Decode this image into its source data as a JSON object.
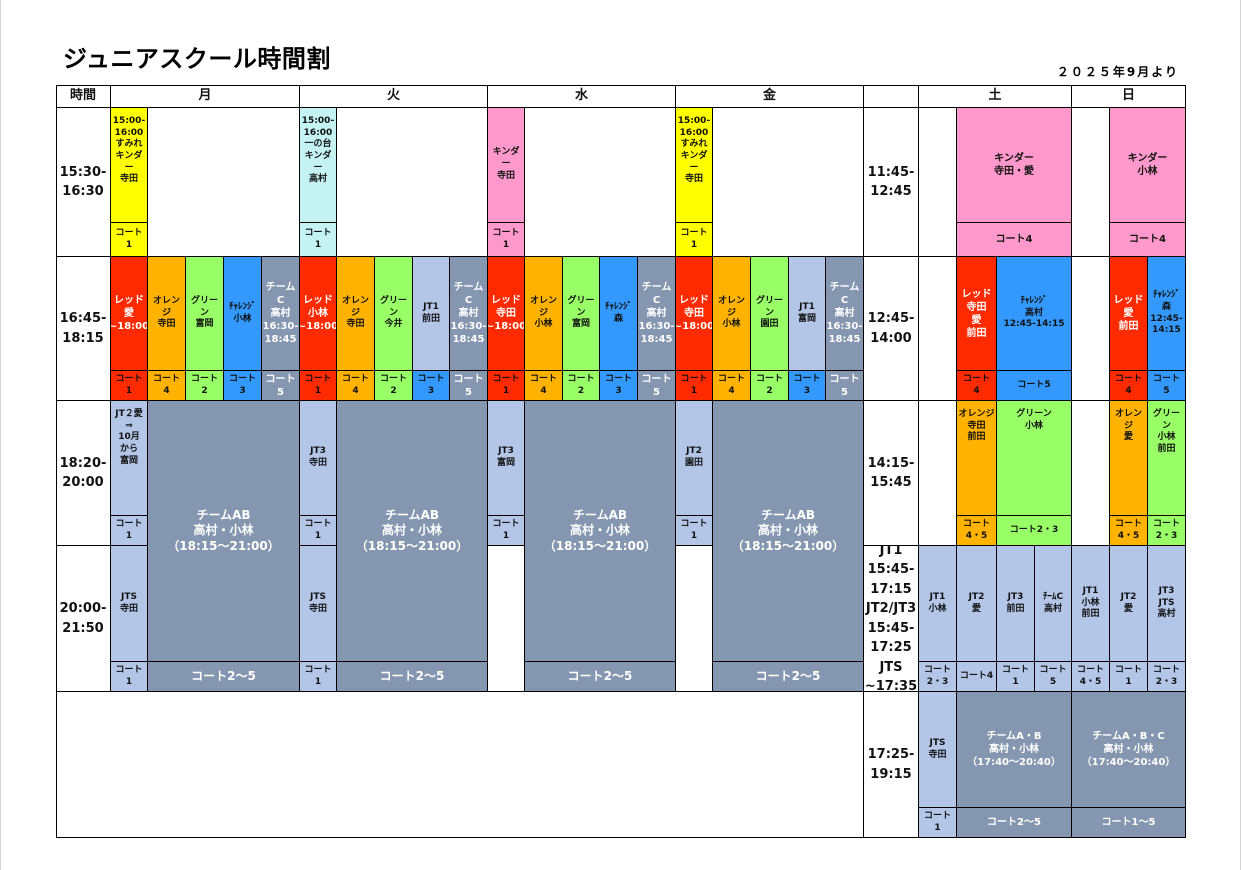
{
  "title": "ジュニアスクール時間割",
  "since": "２０２５年9月より",
  "header": {
    "time": "時間",
    "mon": "月",
    "tue": "火",
    "wed": "水",
    "fri": "金",
    "sat": "土",
    "sun": "日"
  },
  "times": {
    "r1": "15:30-\n16:30",
    "r2": "16:45-\n18:15",
    "r3": "18:20-\n20:00",
    "r4": "20:00-\n21:50",
    "s1": "11:45-\n12:45",
    "s2": "12:45-\n14:00",
    "s3": "14:15-\n15:45",
    "s4": "JT1\n15:45-\n17:15\nJT2/JT3\n15:45-\n17:25\nJTS\n~17:35",
    "s5": "17:25-\n19:15"
  },
  "cells": [
    {
      "id": "c1",
      "text": "15:00-\n16:00\nすみれ\nキンダー\n寺田"
    },
    {
      "id": "c2",
      "text": "コート\n1"
    },
    {
      "id": "c3",
      "text": "15:00-\n16:00\n一の台\nキンダー\n高村"
    },
    {
      "id": "c4",
      "text": "コート\n1"
    },
    {
      "id": "c5",
      "text": "キンダー\n寺田"
    },
    {
      "id": "c6",
      "text": "コート\n1"
    },
    {
      "id": "c7",
      "text": "15:00-\n16:00\nすみれ\nキンダー\n寺田"
    },
    {
      "id": "c8",
      "text": "コート\n1"
    },
    {
      "id": "c9",
      "text": "キンダー\n寺田・愛"
    },
    {
      "id": "c10",
      "text": "コート4"
    },
    {
      "id": "c11",
      "text": "キンダー\n小林"
    },
    {
      "id": "c12",
      "text": "コート4"
    },
    {
      "id": "c13",
      "text": "レッド\n愛\n~18:00"
    },
    {
      "id": "c14",
      "text": "コート\n1"
    },
    {
      "id": "c15",
      "text": "オレンジ\n寺田"
    },
    {
      "id": "c16",
      "text": "コート\n4"
    },
    {
      "id": "c17",
      "text": "グリーン\n富岡"
    },
    {
      "id": "c18",
      "text": "コート\n2"
    },
    {
      "id": "c19",
      "text": "ﾁｬﾚﾝｼﾞ\n小林"
    },
    {
      "id": "c20",
      "text": "コート\n3"
    },
    {
      "id": "c21",
      "text": "チームC\n高村\n16:30-\n18:45"
    },
    {
      "id": "c22",
      "text": "コート\n5"
    },
    {
      "id": "c23",
      "text": "レッド\n小林\n~18:00"
    },
    {
      "id": "c24",
      "text": "コート\n1"
    },
    {
      "id": "c25",
      "text": "オレンジ\n寺田"
    },
    {
      "id": "c26",
      "text": "コート\n4"
    },
    {
      "id": "c27",
      "text": "グリーン\n今井"
    },
    {
      "id": "c28",
      "text": "コート\n2"
    },
    {
      "id": "c29",
      "text": "JT1\n前田"
    },
    {
      "id": "c30",
      "text": "コート\n3"
    },
    {
      "id": "c31",
      "text": "チームC\n高村\n16:30-\n18:45"
    },
    {
      "id": "c32",
      "text": "コート\n5"
    },
    {
      "id": "c33",
      "text": "レッド\n寺田\n~18:00"
    },
    {
      "id": "c34",
      "text": "コート\n1"
    },
    {
      "id": "c35",
      "text": "オレンジ\n小林"
    },
    {
      "id": "c36",
      "text": "コート\n4"
    },
    {
      "id": "c37",
      "text": "グリーン\n富岡"
    },
    {
      "id": "c38",
      "text": "コート\n2"
    },
    {
      "id": "c39",
      "text": "ﾁｬﾚﾝｼﾞ\n森"
    },
    {
      "id": "c40",
      "text": "コート\n3"
    },
    {
      "id": "c41",
      "text": "チームC\n高村\n16:30-\n18:45"
    },
    {
      "id": "c42",
      "text": "コート\n5"
    },
    {
      "id": "c43",
      "text": "レッド\n寺田\n~18:00"
    },
    {
      "id": "c44",
      "text": "コート\n1"
    },
    {
      "id": "c45",
      "text": "オレンジ\n小林"
    },
    {
      "id": "c46",
      "text": "コート\n4"
    },
    {
      "id": "c47",
      "text": "グリーン\n園田"
    },
    {
      "id": "c48",
      "text": "コート\n2"
    },
    {
      "id": "c49",
      "text": "JT1\n富岡"
    },
    {
      "id": "c50",
      "text": "コート\n3"
    },
    {
      "id": "c51",
      "text": "チームC\n高村\n16:30-\n18:45"
    },
    {
      "id": "c52",
      "text": "コート\n5"
    },
    {
      "id": "c53",
      "text": "レッド\n寺田\n愛\n前田"
    },
    {
      "id": "c54",
      "text": "コート\n4"
    },
    {
      "id": "c55",
      "text": "ﾁｬﾚﾝｼﾞ\n高村\n12:45-14:15"
    },
    {
      "id": "c56",
      "text": "コート5"
    },
    {
      "id": "c57",
      "text": "レッド\n愛\n前田"
    },
    {
      "id": "c58",
      "text": "コート\n4"
    },
    {
      "id": "c59",
      "text": "ﾁｬﾚﾝｼﾞ\n森\n12:45-\n14:15"
    },
    {
      "id": "c60",
      "text": "コート\n5"
    },
    {
      "id": "c61",
      "text": "JT２愛\n⇒\n10月\nから\n富岡"
    },
    {
      "id": "c62",
      "text": "コート\n1"
    },
    {
      "id": "c63",
      "text": "JT3\n寺田"
    },
    {
      "id": "c64",
      "text": "コート\n1"
    },
    {
      "id": "c65",
      "text": "JT3\n富岡"
    },
    {
      "id": "c66",
      "text": "コート\n1"
    },
    {
      "id": "c67",
      "text": "JT2\n園田"
    },
    {
      "id": "c68",
      "text": "コート\n1"
    },
    {
      "id": "c69",
      "text": "チームAB\n高村・小林\n（18:15～21:00）"
    },
    {
      "id": "c70",
      "text": "コート2～5"
    },
    {
      "id": "c71",
      "text": "チームAB\n高村・小林\n（18:15～21:00）"
    },
    {
      "id": "c72",
      "text": "コート2～5"
    },
    {
      "id": "c73",
      "text": "チームAB\n高村・小林\n（18:15～21:00）"
    },
    {
      "id": "c74",
      "text": "コート2～5"
    },
    {
      "id": "c75",
      "text": "チームAB\n高村・小林\n（18:15～21:00）"
    },
    {
      "id": "c76",
      "text": "コート2～5"
    },
    {
      "id": "c77",
      "text": "オレンジ\n寺田\n前田"
    },
    {
      "id": "c78",
      "text": "コート\n4・5"
    },
    {
      "id": "c79",
      "text": "グリーン\n小林"
    },
    {
      "id": "c80",
      "text": "コート2・3"
    },
    {
      "id": "c81",
      "text": "オレンジ\n愛"
    },
    {
      "id": "c82",
      "text": "コート\n4・5"
    },
    {
      "id": "c83",
      "text": "グリーン\n小林\n前田"
    },
    {
      "id": "c84",
      "text": "コート\n2・3"
    },
    {
      "id": "c85",
      "text": "JTS\n寺田"
    },
    {
      "id": "c86",
      "text": "コート\n1"
    },
    {
      "id": "c87",
      "text": "JTS\n寺田"
    },
    {
      "id": "c88",
      "text": "コート\n1"
    },
    {
      "id": "c89",
      "text": "JT1\n小林"
    },
    {
      "id": "c90",
      "text": "コート\n2・3"
    },
    {
      "id": "c91",
      "text": "JT2\n愛"
    },
    {
      "id": "c92",
      "text": "コート4"
    },
    {
      "id": "c93",
      "text": "JT3\n前田"
    },
    {
      "id": "c94",
      "text": "コート\n1"
    },
    {
      "id": "c95",
      "text": "ﾁｰﾑC\n高村"
    },
    {
      "id": "c96",
      "text": "コート\n5"
    },
    {
      "id": "c97",
      "text": "JT1\n小林\n前田"
    },
    {
      "id": "c98",
      "text": "コート\n4・5"
    },
    {
      "id": "c99",
      "text": "JT2\n愛"
    },
    {
      "id": "c100",
      "text": "コート\n1"
    },
    {
      "id": "c101",
      "text": "JT3\nJTS\n高村"
    },
    {
      "id": "c102",
      "text": "コート\n2・3"
    },
    {
      "id": "c103",
      "text": "JTS\n寺田"
    },
    {
      "id": "c104",
      "text": "コート\n1"
    },
    {
      "id": "c105",
      "text": "チームA・B\n高村・小林\n（17:40～20:40）"
    },
    {
      "id": "c106",
      "text": "コート2～5"
    },
    {
      "id": "c107",
      "text": "チームA・B・C\n高村・小林\n（17:40～20:40）"
    },
    {
      "id": "c108",
      "text": "コート1～5"
    }
  ]
}
